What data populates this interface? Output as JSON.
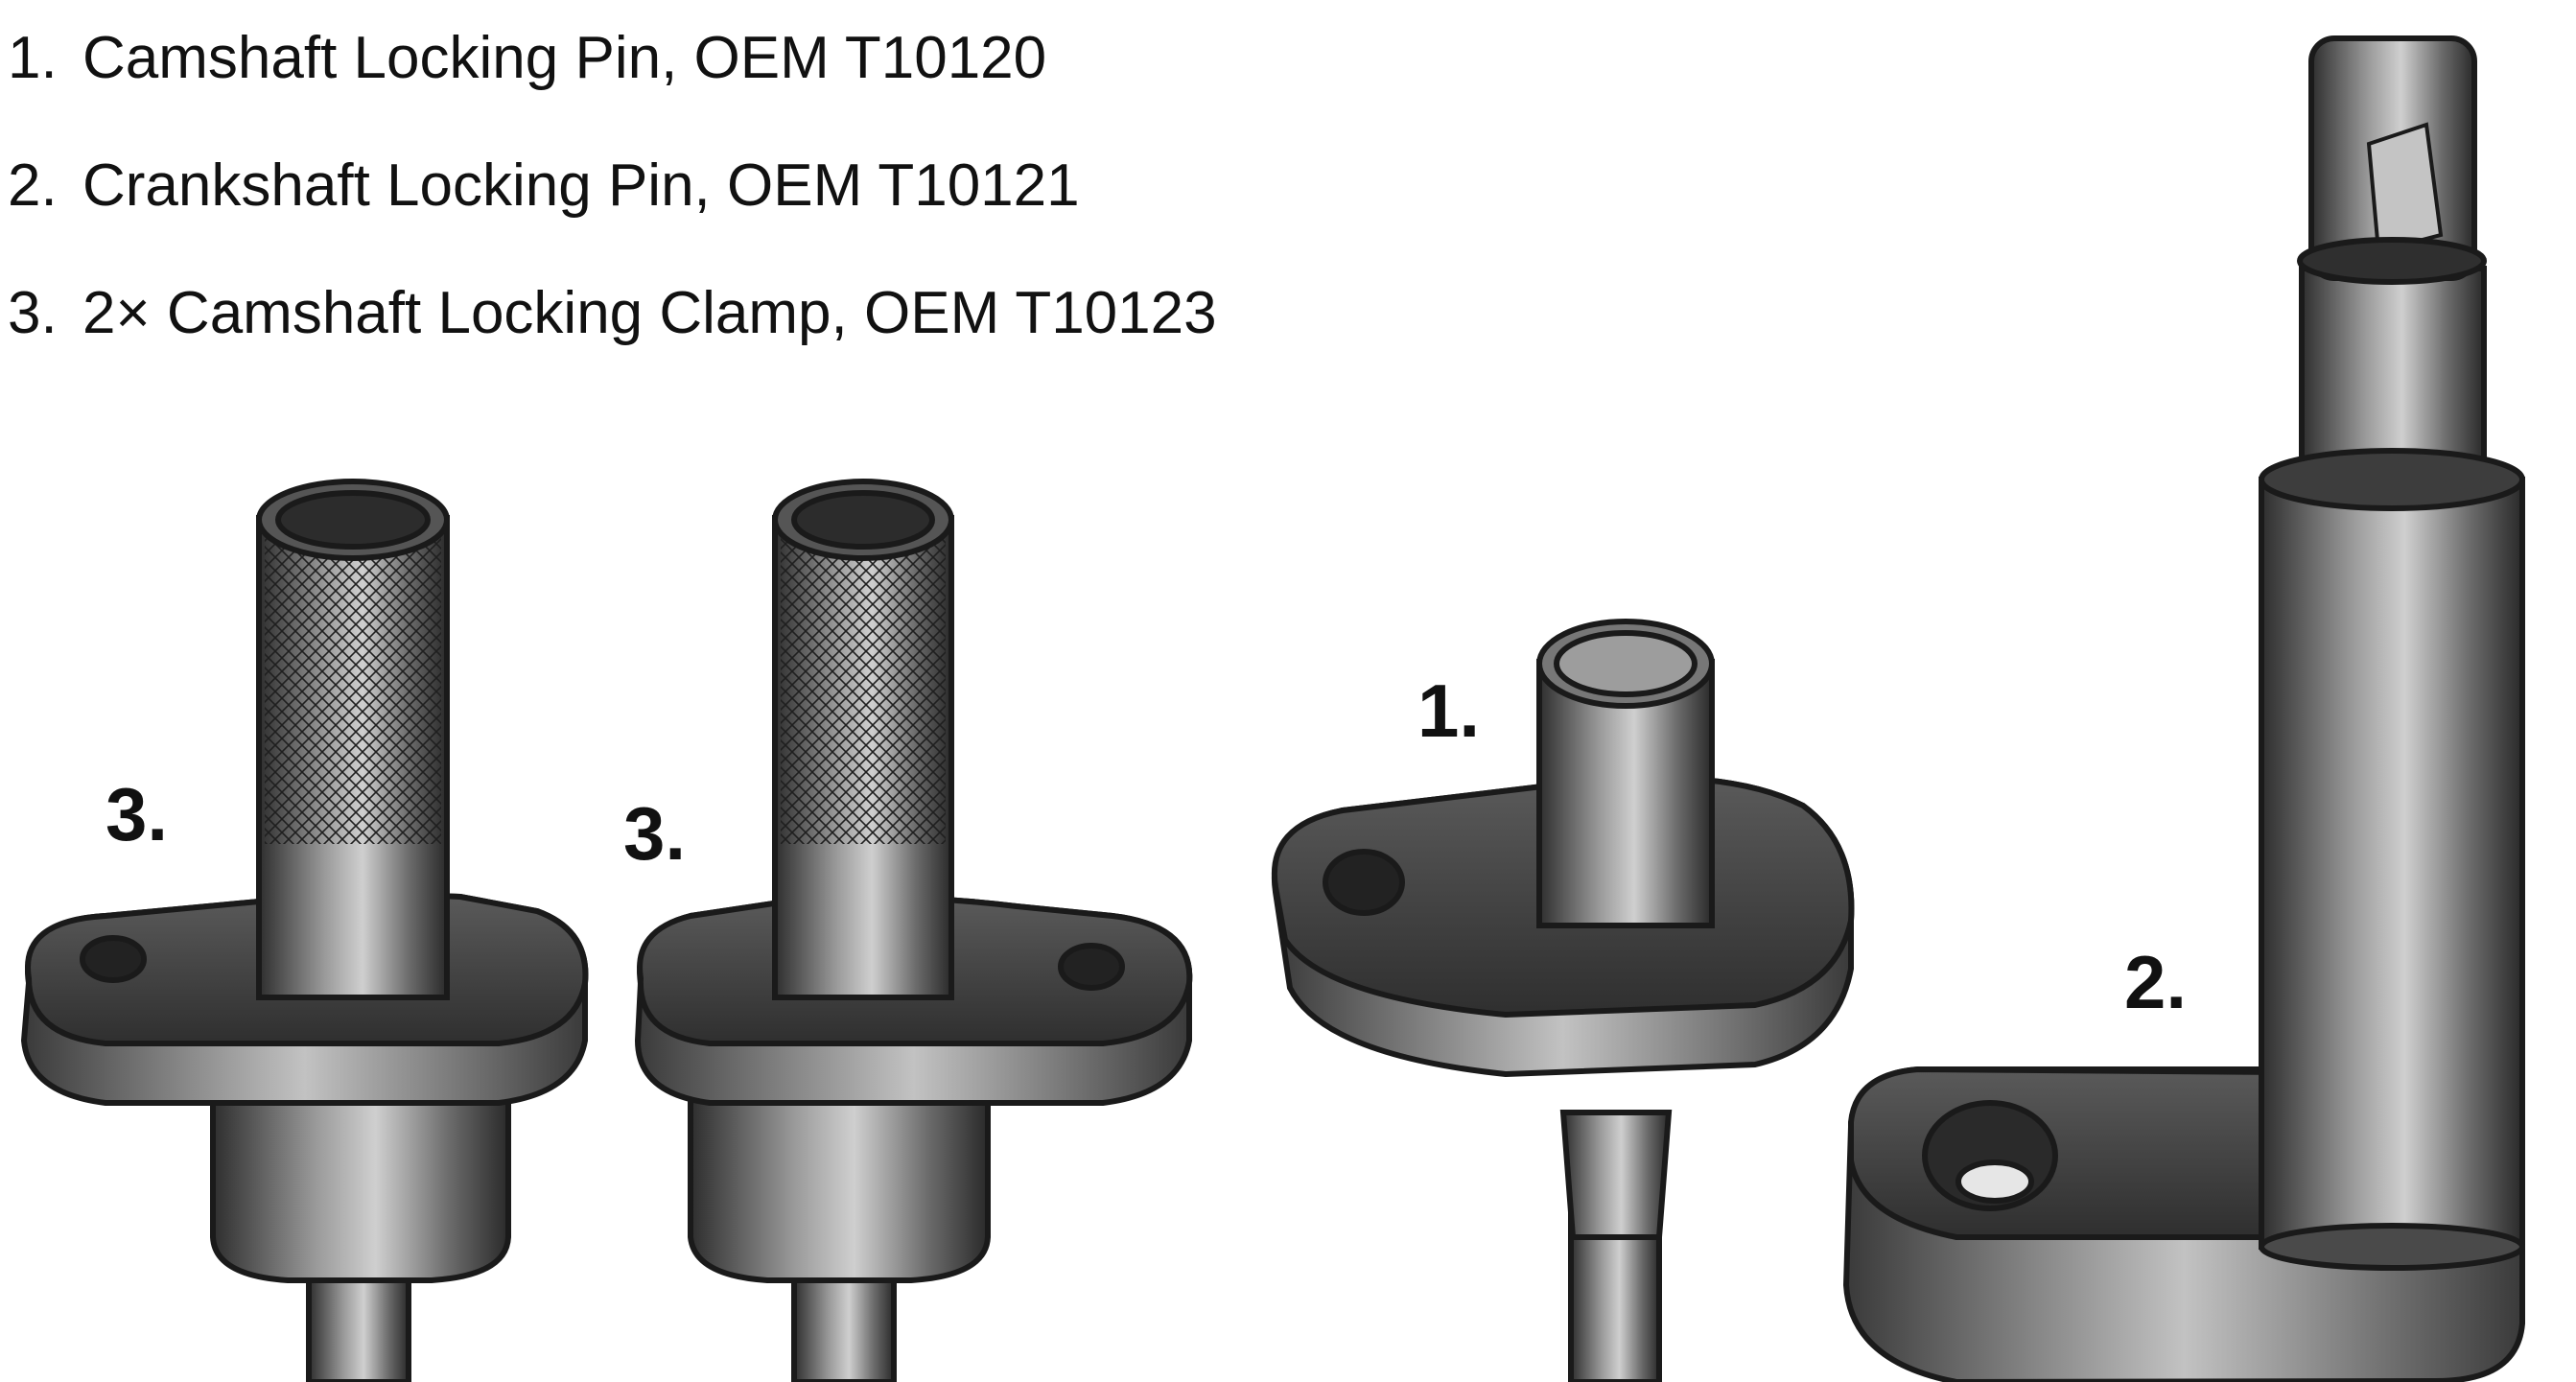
{
  "legend": [
    {
      "number": "1.",
      "text": "Camshaft Locking Pin, OEM T10120"
    },
    {
      "number": "2.",
      "text": "Crankshaft Locking Pin, OEM T10121"
    },
    {
      "number": "3.",
      "text": "2× Camshaft Locking Clamp, OEM T10123"
    }
  ],
  "callouts": {
    "clamp_left": "3.",
    "clamp_right": "3.",
    "cam_pin": "1.",
    "crank_pin": "2."
  },
  "colors": {
    "steel_dark": "#3a3a3a",
    "steel_mid": "#7a7a7a",
    "steel_light": "#c9c9c9",
    "outline": "#1a1a1a"
  }
}
